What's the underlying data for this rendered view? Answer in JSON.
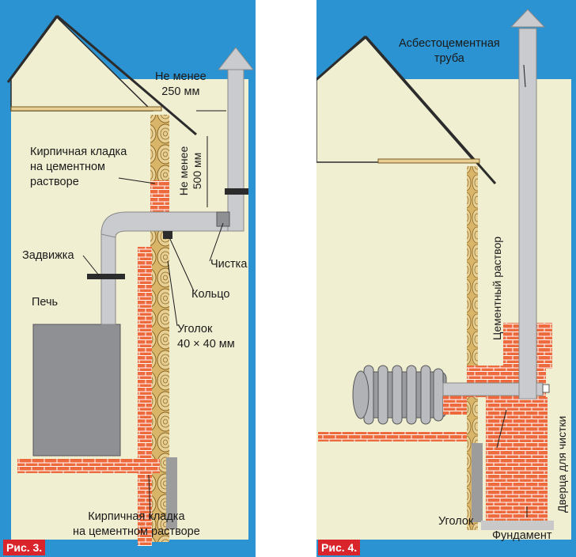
{
  "figure_left": {
    "badge": "Рис. 3.",
    "labels": {
      "clearance_250": "Не менее\n250 мм",
      "clearance_500": "Не менее\n500 мм",
      "brick_top": "Кирпичная кладка\nна цементном\nрастворе",
      "damper": "Задвижка",
      "cleanout": "Чистка",
      "ring": "Кольцо",
      "stove": "Печь",
      "angle": "Уголок\n40 × 40 мм",
      "brick_bottom": "Кирпичная кладка\nна цементном растворе"
    }
  },
  "figure_right": {
    "badge": "Рис. 4.",
    "labels": {
      "pipe": "Асбестоцементная\nтруба",
      "cement": "Цементный раствор",
      "door": "Дверца для чистки",
      "angle": "Уголок",
      "foundation": "Фундамент"
    }
  },
  "colors": {
    "panel_bg": "#2b93d1",
    "wall": "#f1efd2",
    "brick": "#ec6a3c",
    "log": "#e8cf93",
    "pipe": "#c9cbcf",
    "stove": "#8e9094",
    "badge": "#d8242a"
  }
}
